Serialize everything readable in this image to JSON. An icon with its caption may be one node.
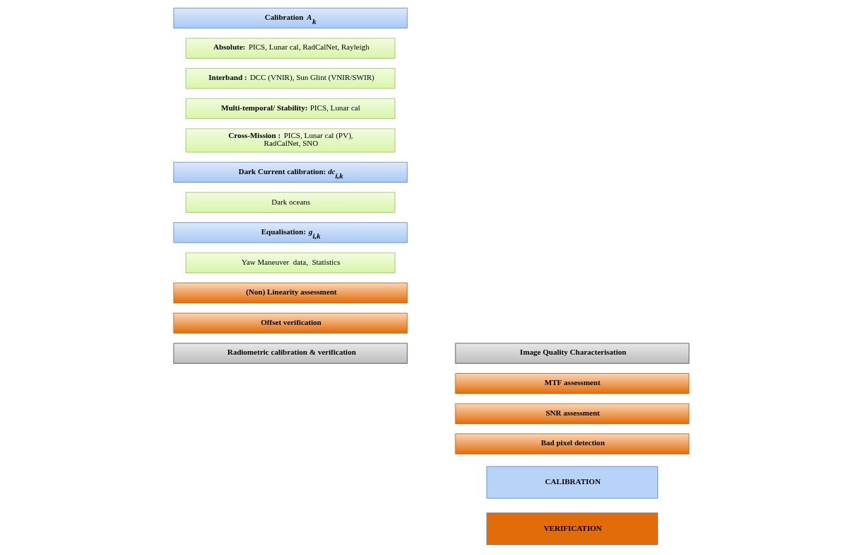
{
  "diagram": {
    "nodes": [
      {
        "text": [
          "Radiometric calibration & verification"
        ]
      },
      {
        "text": [
          "Calibration  *A*$_{k}$"
        ]
      },
      {
        "text": [
          "**Absolute:**  PICS, Lunar cal, RadCalNet, Rayleigh"
        ]
      },
      {
        "text": [
          "**Interband :** DCC (VNIR), Sun Glint (VNIR/SWIR)"
        ]
      },
      {
        "text": [
          "**Multi-temporal/ Stability:** PICS, Lunar cal"
        ]
      },
      {
        "text": [
          "**Cross-Mission :**  PICS, Lunar cal (PV), RadCalNet, SNO"
        ]
      },
      {
        "text": [
          "Dark Current calibration: *dc*$_{i,k}$"
        ]
      },
      {
        "text": [
          "Dark oceans"
        ]
      },
      {
        "text": [
          "Equalisation: *g*$_{i,k}$"
        ]
      },
      {
        "text": [
          "Yaw Maneuver  data,  Statistics"
        ]
      },
      {
        "text": [
          "(Non) Linearity assessment"
        ]
      },
      {
        "text": [
          "Offset verification"
        ]
      },
      {
        "text": [
          "Image Quality Characterisation"
        ]
      },
      {
        "text": [
          "MTF assessment"
        ]
      },
      {
        "text": [
          "SNR assessment"
        ]
      },
      {
        "text": [
          "Bad pixel detection"
        ]
      }
    ],
    "legend": [
      {
        "text": "CALIBRATION",
        "color": "#b7d3f7"
      },
      {
        "text": "VERIFICATION",
        "color": "#e36c0a"
      }
    ]
  }
}
